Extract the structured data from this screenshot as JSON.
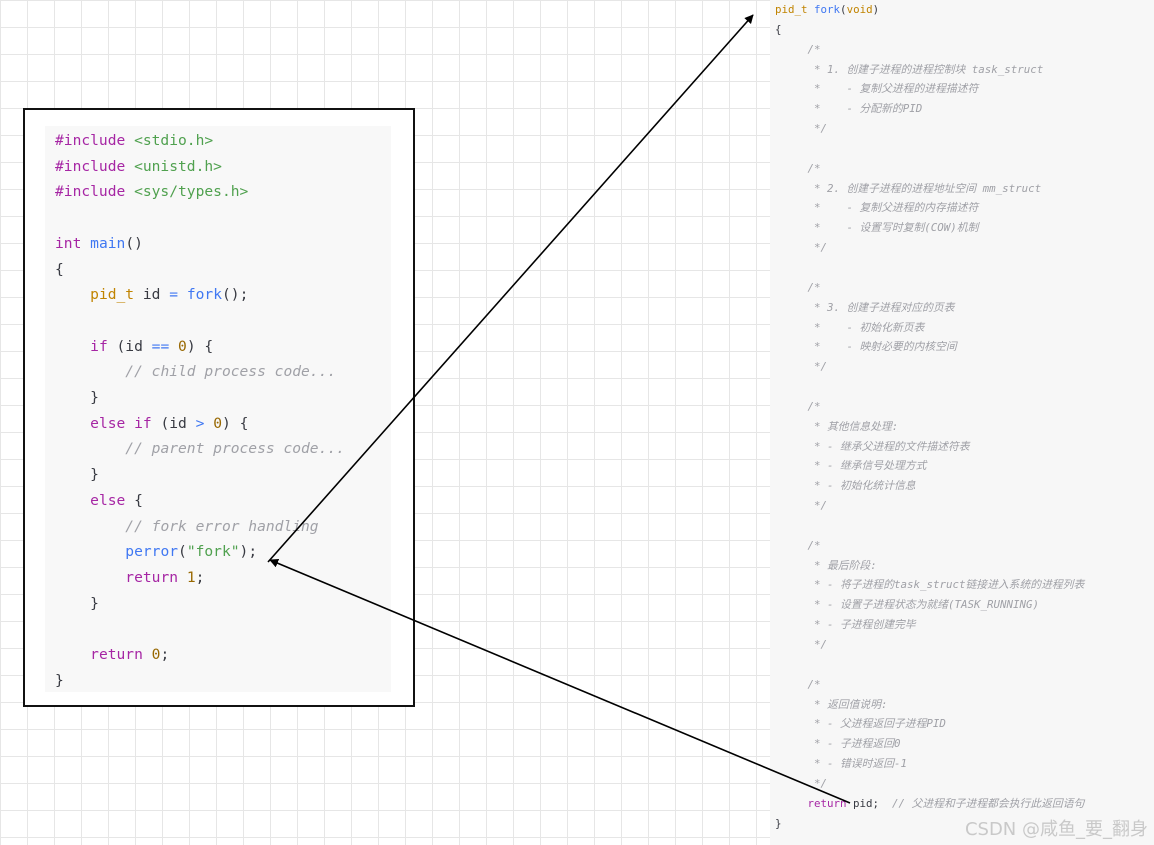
{
  "left_code": {
    "lines": [
      [
        {
          "t": "#include ",
          "c": "kw"
        },
        {
          "t": "<stdio.h>",
          "c": "str"
        }
      ],
      [
        {
          "t": "#include ",
          "c": "kw"
        },
        {
          "t": "<unistd.h>",
          "c": "str"
        }
      ],
      [
        {
          "t": "#include ",
          "c": "kw"
        },
        {
          "t": "<sys/types.h>",
          "c": "str"
        }
      ],
      [],
      [
        {
          "t": "int ",
          "c": "kw"
        },
        {
          "t": "main",
          "c": "fn"
        },
        {
          "t": "()",
          "c": "pl"
        }
      ],
      [
        {
          "t": "{",
          "c": "pl"
        }
      ],
      [
        {
          "t": "    ",
          "c": "pl"
        },
        {
          "t": "pid_t",
          "c": "ty"
        },
        {
          "t": " id ",
          "c": "pl"
        },
        {
          "t": "=",
          "c": "op"
        },
        {
          "t": " ",
          "c": "pl"
        },
        {
          "t": "fork",
          "c": "fn"
        },
        {
          "t": "();",
          "c": "pl"
        }
      ],
      [],
      [
        {
          "t": "    ",
          "c": "pl"
        },
        {
          "t": "if",
          "c": "kw"
        },
        {
          "t": " (id ",
          "c": "pl"
        },
        {
          "t": "==",
          "c": "op"
        },
        {
          "t": " ",
          "c": "pl"
        },
        {
          "t": "0",
          "c": "num"
        },
        {
          "t": ") {",
          "c": "pl"
        }
      ],
      [
        {
          "t": "        ",
          "c": "pl"
        },
        {
          "t": "// child process code...",
          "c": "cm"
        }
      ],
      [
        {
          "t": "    }",
          "c": "pl"
        }
      ],
      [
        {
          "t": "    ",
          "c": "pl"
        },
        {
          "t": "else if",
          "c": "kw"
        },
        {
          "t": " (id ",
          "c": "pl"
        },
        {
          "t": ">",
          "c": "op"
        },
        {
          "t": " ",
          "c": "pl"
        },
        {
          "t": "0",
          "c": "num"
        },
        {
          "t": ") {",
          "c": "pl"
        }
      ],
      [
        {
          "t": "        ",
          "c": "pl"
        },
        {
          "t": "// parent process code...",
          "c": "cm"
        }
      ],
      [
        {
          "t": "    }",
          "c": "pl"
        }
      ],
      [
        {
          "t": "    ",
          "c": "pl"
        },
        {
          "t": "else",
          "c": "kw"
        },
        {
          "t": " {",
          "c": "pl"
        }
      ],
      [
        {
          "t": "        ",
          "c": "pl"
        },
        {
          "t": "// fork error handling",
          "c": "cm"
        }
      ],
      [
        {
          "t": "        ",
          "c": "pl"
        },
        {
          "t": "perror",
          "c": "fn"
        },
        {
          "t": "(",
          "c": "pl"
        },
        {
          "t": "\"fork\"",
          "c": "str"
        },
        {
          "t": ");",
          "c": "pl"
        }
      ],
      [
        {
          "t": "        ",
          "c": "pl"
        },
        {
          "t": "return",
          "c": "kw"
        },
        {
          "t": " ",
          "c": "pl"
        },
        {
          "t": "1",
          "c": "num"
        },
        {
          "t": ";",
          "c": "pl"
        }
      ],
      [
        {
          "t": "    }",
          "c": "pl"
        }
      ],
      [],
      [
        {
          "t": "    ",
          "c": "pl"
        },
        {
          "t": "return",
          "c": "kw"
        },
        {
          "t": " ",
          "c": "pl"
        },
        {
          "t": "0",
          "c": "num"
        },
        {
          "t": ";",
          "c": "pl"
        }
      ],
      [
        {
          "t": "}",
          "c": "pl"
        }
      ]
    ]
  },
  "right_code": {
    "lines": [
      [
        {
          "t": "pid_t",
          "c": "ty"
        },
        {
          "t": " ",
          "c": "pl"
        },
        {
          "t": "fork",
          "c": "fn"
        },
        {
          "t": "(",
          "c": "pl"
        },
        {
          "t": "void",
          "c": "ty"
        },
        {
          "t": ")",
          "c": "pl"
        }
      ],
      [
        {
          "t": "{",
          "c": "pl"
        }
      ],
      [
        {
          "t": "     /*",
          "c": "cm"
        }
      ],
      [
        {
          "t": "      * 1. 创建子进程的进程控制块 task_struct",
          "c": "cm"
        }
      ],
      [
        {
          "t": "      *    - 复制父进程的进程描述符",
          "c": "cm"
        }
      ],
      [
        {
          "t": "      *    - 分配新的PID",
          "c": "cm"
        }
      ],
      [
        {
          "t": "      */",
          "c": "cm"
        }
      ],
      [],
      [
        {
          "t": "     /*",
          "c": "cm"
        }
      ],
      [
        {
          "t": "      * 2. 创建子进程的进程地址空间 mm_struct",
          "c": "cm"
        }
      ],
      [
        {
          "t": "      *    - 复制父进程的内存描述符",
          "c": "cm"
        }
      ],
      [
        {
          "t": "      *    - 设置写时复制(COW)机制",
          "c": "cm"
        }
      ],
      [
        {
          "t": "      */",
          "c": "cm"
        }
      ],
      [],
      [
        {
          "t": "     /*",
          "c": "cm"
        }
      ],
      [
        {
          "t": "      * 3. 创建子进程对应的页表",
          "c": "cm"
        }
      ],
      [
        {
          "t": "      *    - 初始化新页表",
          "c": "cm"
        }
      ],
      [
        {
          "t": "      *    - 映射必要的内核空间",
          "c": "cm"
        }
      ],
      [
        {
          "t": "      */",
          "c": "cm"
        }
      ],
      [],
      [
        {
          "t": "     /*",
          "c": "cm"
        }
      ],
      [
        {
          "t": "      * 其他信息处理:",
          "c": "cm"
        }
      ],
      [
        {
          "t": "      * - 继承父进程的文件描述符表",
          "c": "cm"
        }
      ],
      [
        {
          "t": "      * - 继承信号处理方式",
          "c": "cm"
        }
      ],
      [
        {
          "t": "      * - 初始化统计信息",
          "c": "cm"
        }
      ],
      [
        {
          "t": "      */",
          "c": "cm"
        }
      ],
      [],
      [
        {
          "t": "     /*",
          "c": "cm"
        }
      ],
      [
        {
          "t": "      * 最后阶段:",
          "c": "cm"
        }
      ],
      [
        {
          "t": "      * - 将子进程的task_struct链接进入系统的进程列表",
          "c": "cm"
        }
      ],
      [
        {
          "t": "      * - 设置子进程状态为就绪(TASK_RUNNING)",
          "c": "cm"
        }
      ],
      [
        {
          "t": "      * - 子进程创建完毕",
          "c": "cm"
        }
      ],
      [
        {
          "t": "      */",
          "c": "cm"
        }
      ],
      [],
      [
        {
          "t": "     /*",
          "c": "cm"
        }
      ],
      [
        {
          "t": "      * 返回值说明:",
          "c": "cm"
        }
      ],
      [
        {
          "t": "      * - 父进程返回子进程PID",
          "c": "cm"
        }
      ],
      [
        {
          "t": "      * - 子进程返回0",
          "c": "cm"
        }
      ],
      [
        {
          "t": "      * - 错误时返回-1",
          "c": "cm"
        }
      ],
      [
        {
          "t": "      */",
          "c": "cm"
        }
      ],
      [
        {
          "t": "     ",
          "c": "pl"
        },
        {
          "t": "return",
          "c": "kw"
        },
        {
          "t": " pid;  ",
          "c": "pl"
        },
        {
          "t": "// 父进程和子进程都会执行此返回语句",
          "c": "cm"
        }
      ],
      [
        {
          "t": "}",
          "c": "pl"
        }
      ]
    ]
  },
  "arrows": [
    {
      "name": "arrow-call-to-fork",
      "from": "left_code.line.17",
      "to": "right_code.line.1"
    },
    {
      "name": "arrow-return-to-caller",
      "from": "right_code.line.41",
      "to": "left_code.line.17"
    }
  ],
  "watermark": "CSDN @咸鱼_要_翻身"
}
